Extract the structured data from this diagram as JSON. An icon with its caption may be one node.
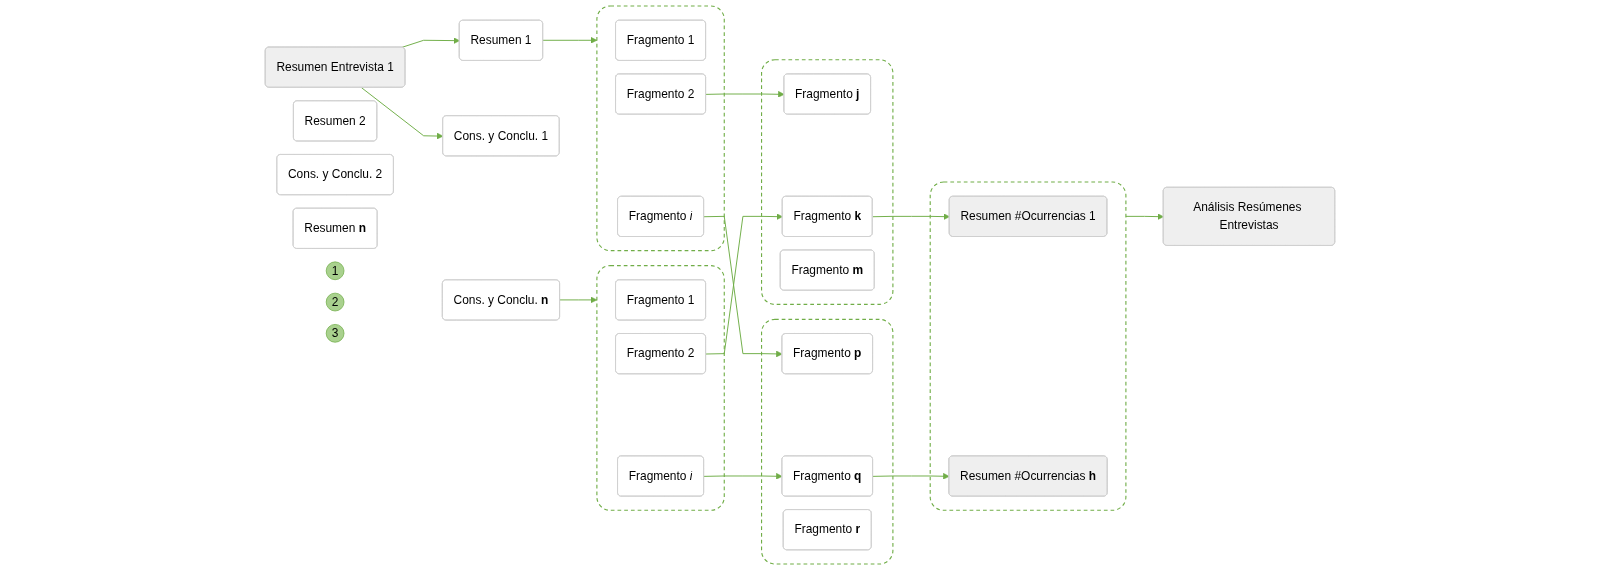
{
  "diagram": {
    "nodes": [
      {
        "text": [
          "Resumen Entrevista 1"
        ]
      },
      {
        "text": [
          "Resumen 1"
        ]
      },
      {
        "text": [
          "Cons. y Conclu. 1"
        ]
      },
      {
        "text": [
          "Resumen 2"
        ]
      },
      {
        "text": [
          "Cons. y Conclu. 2"
        ]
      },
      {
        "text": [
          "Resumen **n**"
        ]
      },
      {
        "text": [
          "Cons. y Conclu. **n**"
        ]
      },
      {
        "text": [
          "1"
        ]
      },
      {
        "text": [],
        "shape": "box"
      },
      {
        "text": [
          "Fragmento 1"
        ],
        "in": 8
      },
      {
        "text": [
          "Fragmento 2"
        ],
        "in": 8
      },
      {
        "text": [
          "Fragmento *i*"
        ],
        "in": 8
      },
      {
        "text": [],
        "shape": "box"
      },
      {
        "text": [
          "Fragmento 1"
        ],
        "in": 12
      },
      {
        "text": [
          "Fragmento 2"
        ],
        "in": 12
      },
      {
        "text": [
          "Fragmento *i*"
        ],
        "in": 12
      },
      {
        "text": [
          "2"
        ]
      },
      {
        "text": [],
        "shape": "box"
      },
      {
        "text": [
          "Fragmento **j**"
        ],
        "in": 17
      },
      {
        "text": [
          "Fragmento **k**"
        ],
        "in": 17
      },
      {
        "text": [
          "Fragmento **m**"
        ],
        "in": 17
      },
      {
        "text": [],
        "shape": "box"
      },
      {
        "text": [
          "Fragmento **p**"
        ],
        "in": 21
      },
      {
        "text": [
          "Fragmento **q**"
        ],
        "in": 21
      },
      {
        "text": [
          "Fragmento **r**"
        ],
        "in": 21
      },
      {
        "text": [
          "3"
        ]
      },
      {
        "text": [],
        "shape": "box"
      },
      {
        "text": [
          "Resumen #Ocurrencias 1"
        ],
        "in": 26
      },
      {
        "text": [
          "Resumen #Ocurrencias **h**"
        ],
        "in": 26
      },
      {
        "text": [
          "Análisis Resúmenes Entrevistas"
        ]
      }
    ],
    "edges": [
      {
        "from": 0,
        "to": 1,
        "arrow": "to"
      },
      {
        "from": 0,
        "to": 2,
        "arrow": "to"
      },
      {
        "from": 1,
        "to": 8,
        "arrow": "to"
      },
      {
        "from": 6,
        "to": 12,
        "arrow": "to"
      },
      {
        "from": 10,
        "to": 18,
        "arrow": "to"
      },
      {
        "from": 11,
        "to": 22,
        "arrow": "to"
      },
      {
        "from": 14,
        "to": 19,
        "arrow": "to"
      },
      {
        "from": 15,
        "to": 23,
        "arrow": "to"
      },
      {
        "from": 19,
        "to": 27,
        "arrow": "to"
      },
      {
        "from": 23,
        "to": 28,
        "arrow": "to"
      },
      {
        "from": 26,
        "to": 29,
        "arrow": "to"
      }
    ]
  }
}
